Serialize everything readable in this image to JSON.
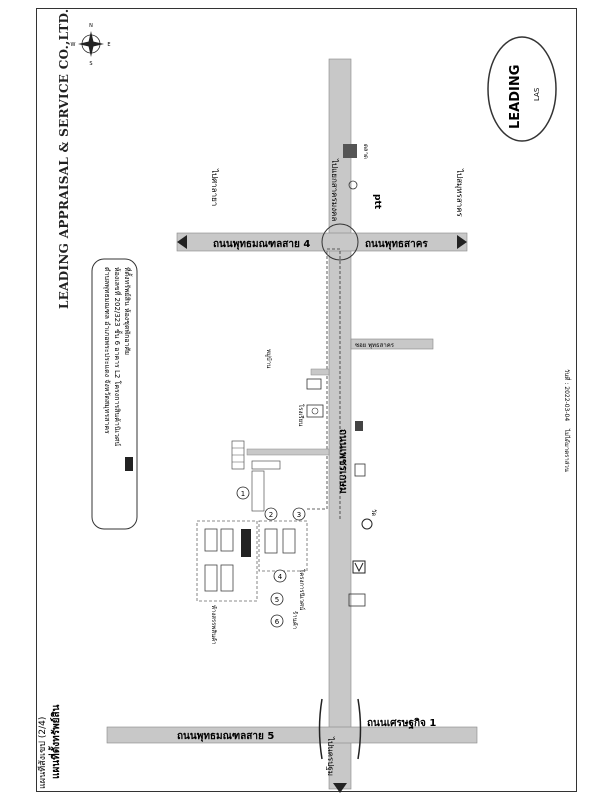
{
  "company": "LEADING APPRAISAL & SERVICE CO.,LTD.",
  "logo": {
    "main": "LEADING",
    "sub": "LAS"
  },
  "map_title": "แผนที่สังเขป (2/4)",
  "map_subtitle": "แผนที่ตั้งทรัพย์สิน",
  "compass": {
    "n": "N",
    "e": "E",
    "s": "S",
    "w": "W"
  },
  "legend": {
    "line1": "ที่ตั้งทรัพย์สิน ห้องชุดพักอาศัย",
    "line2": "ห้องเลขที่ 202/323 ชั้น 6 อาคาร L2 โครงการสินค้านิเวศน์",
    "line3": "ตำบลพุทธมณฑล อำเภอพระประแดง จังหวัดสมุทรสาคร"
  },
  "roads": {
    "main": "ถนนเพชรเกษม",
    "upper_left": "ถนนพุทธมณฑลสาย 4",
    "upper_right": "ถนนพุทธสาคร",
    "lower_left": "ถนนพุทธมณฑลสาย 5",
    "lower_right": "ถนนเศรษฐกิจ 1",
    "soi": "ซอย พุทธสาคร",
    "to_top": "ไปแยกสาครมงคล",
    "to_bottom": "ไปนครปฐม",
    "to_left": "ไปศาลายา",
    "to_right": "ไปสมุทรสาคร"
  },
  "places": {
    "ptt": "ptt",
    "market": "ตลาด",
    "school": "โรงเรียน",
    "temple": "วัด",
    "project": "โครงการนิเวศน์",
    "village": "หมู่บ้าน",
    "mall": "ห้างสรรพสินค้า",
    "shop": "ร้านค้า"
  },
  "markers": [
    "1",
    "2",
    "3",
    "4",
    "5",
    "6"
  ],
  "footer_note": "วันที่ : 2022-03-04",
  "scale_note": "ไม่ได้มาตราส่วน"
}
